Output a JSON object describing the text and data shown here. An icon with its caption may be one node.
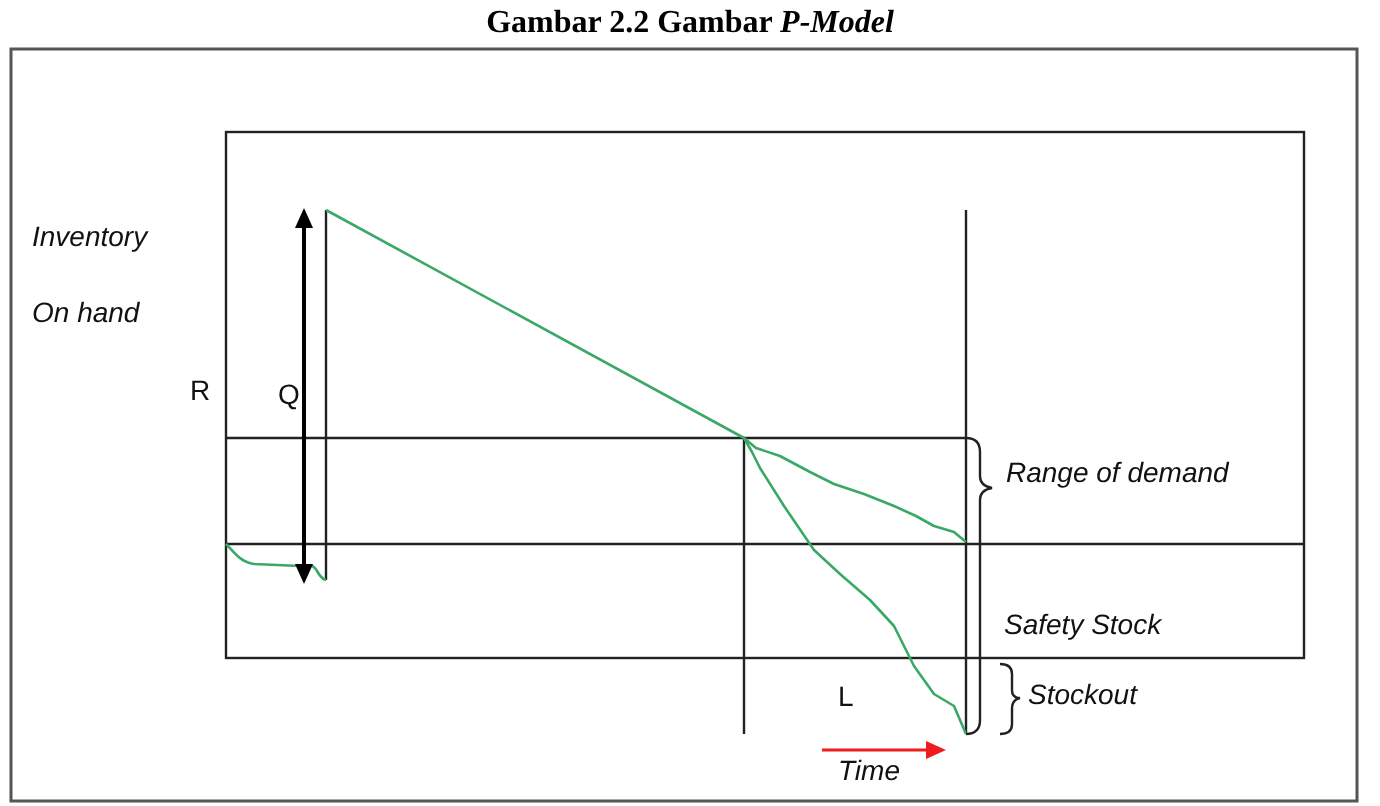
{
  "diagram": {
    "title": "Gambar 2.2 Gambar *P-Model*",
    "labels": [
      "Inventory On hand",
      "R",
      "Q",
      "Range of demand",
      "Safety Stock",
      "L",
      "Stockout",
      "Time"
    ]
  }
}
